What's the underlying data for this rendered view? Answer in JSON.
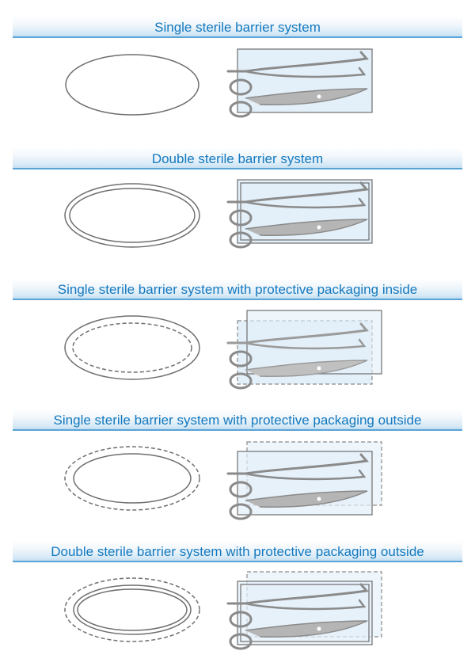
{
  "sections": [
    {
      "title": "Single sterile barrier system"
    },
    {
      "title": "Double sterile barrier system"
    },
    {
      "title": "Single sterile barrier system with protective packaging inside"
    },
    {
      "title": "Single sterile barrier system with protective packaging outside"
    },
    {
      "title": "Double sterile barrier system with protective packaging outside"
    }
  ],
  "colors": {
    "title_text": "#1479bf",
    "band_line": "#5aa3d6",
    "outline": "#6f6f6f",
    "package_fill": "#e3f0f9",
    "instrument": "#8a8a8a"
  }
}
